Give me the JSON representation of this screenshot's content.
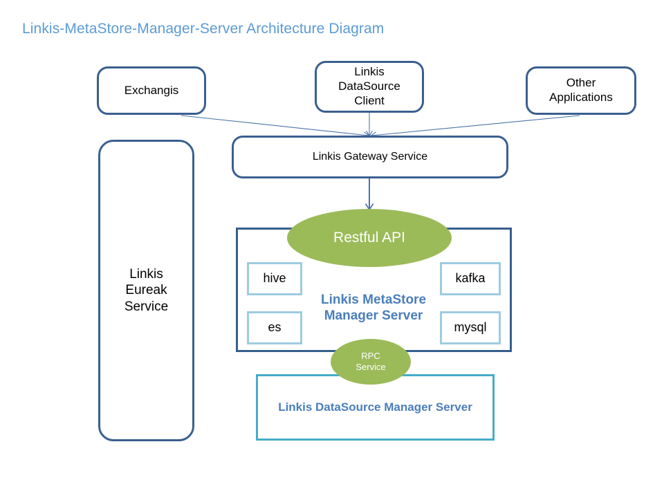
{
  "diagram": {
    "title": "Linkis-MetaStore-Manager-Server Architecture Diagram",
    "colors": {
      "title_blue": "#5B9BD5",
      "node_border_blue": "#3A5F8F",
      "container_border_blue": "#365E8C",
      "small_box_border": "#9DCCE0",
      "teal_border": "#45ACC8",
      "ellipse_green": "#9BBB59",
      "label_blue": "#4A7EBB",
      "arrow_blue": "#4A74A8"
    },
    "clients": [
      {
        "id": "exchangis",
        "label": "Exchangis"
      },
      {
        "id": "datasource-client",
        "label": "Linkis\nDataSource\nClient"
      },
      {
        "id": "other-applications",
        "label": "Other\nApplications"
      }
    ],
    "gateway": {
      "label": "Linkis Gateway Service"
    },
    "eureka": {
      "label": "Linkis\nEureak\nService"
    },
    "metastore": {
      "label": "Linkis MetaStore\nManager Server",
      "restful_api": "Restful API",
      "rpc_service": "RPC\nService",
      "datasources": [
        {
          "id": "hive",
          "label": "hive"
        },
        {
          "id": "es",
          "label": "es"
        },
        {
          "id": "kafka",
          "label": "kafka"
        },
        {
          "id": "mysql",
          "label": "mysql"
        }
      ]
    },
    "datasource_manager": {
      "label": "Linkis DataSource  Manager Server"
    }
  }
}
